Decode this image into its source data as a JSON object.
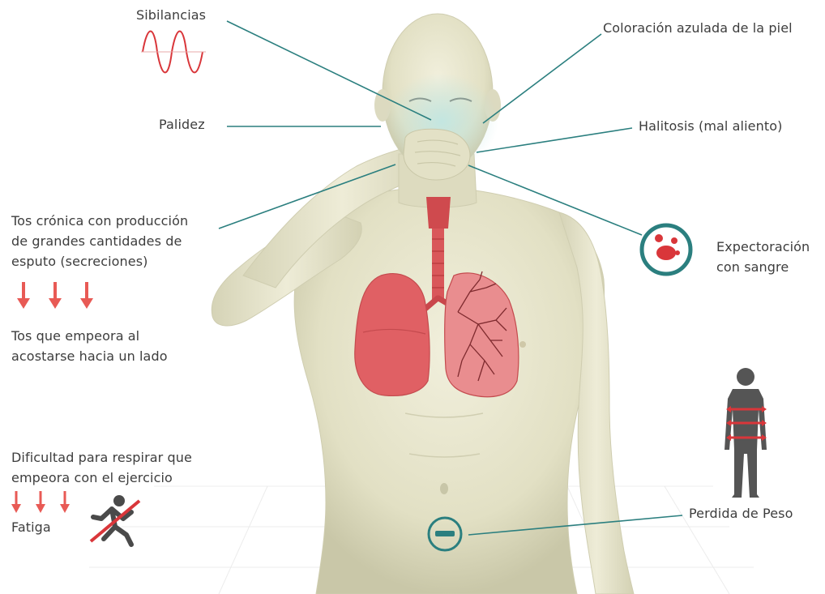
{
  "labels": {
    "wheezing": "Sibilancias",
    "cyanosis": "Coloración azulada de la piel",
    "pallor": "Palidez",
    "halitosis": "Halitosis (mal aliento)",
    "chronic_cough_line1": "Tos crónica con producción",
    "chronic_cough_line2": "de grandes cantidades de",
    "chronic_cough_line3": "esputo (secreciones)",
    "blood_sputum_line1": "Expectoración",
    "blood_sputum_line2": "con sangre",
    "cough_lying_line1": "Tos que empeora al",
    "cough_lying_line2": "acostarse hacia un lado",
    "dyspnea_line1": "Dificultad para respirar que",
    "dyspnea_line2": "empeora con el ejercicio",
    "fatigue": "Fatiga",
    "weight_loss": "Perdida de Peso"
  },
  "colors": {
    "leader_line": "#2b7f7f",
    "accent_red": "#e85a55",
    "lung_red": "#d9575a",
    "skin": "#e6e4c9",
    "text": "#3d3d3d",
    "silhouette": "#555555"
  },
  "icons": {
    "wheeze": "sine-wave-icon",
    "blood": "blood-drops-icon",
    "no_running": "no-running-icon",
    "minus": "minus-circle-icon",
    "silhouette": "person-silhouette-icon",
    "down_arrows": "down-arrow-icon"
  }
}
